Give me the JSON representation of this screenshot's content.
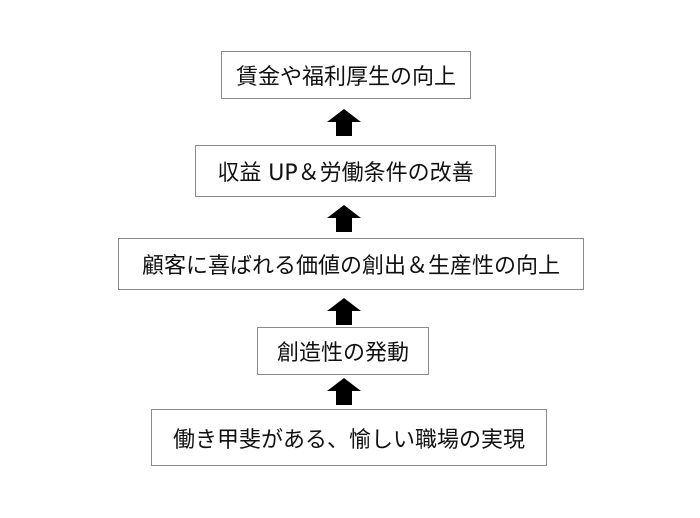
{
  "diagram": {
    "steps": [
      {
        "label": "賃金や福利厚生の向上"
      },
      {
        "label": "収益 UP＆労働条件の改善"
      },
      {
        "label": "顧客に喜ばれる価値の創出＆生産性の向上"
      },
      {
        "label": "創造性の発動"
      },
      {
        "label": "働き甲斐がある、愉しい職場の実現"
      }
    ],
    "arrow_color": "#000000",
    "border_color": "#8a8a8a"
  }
}
